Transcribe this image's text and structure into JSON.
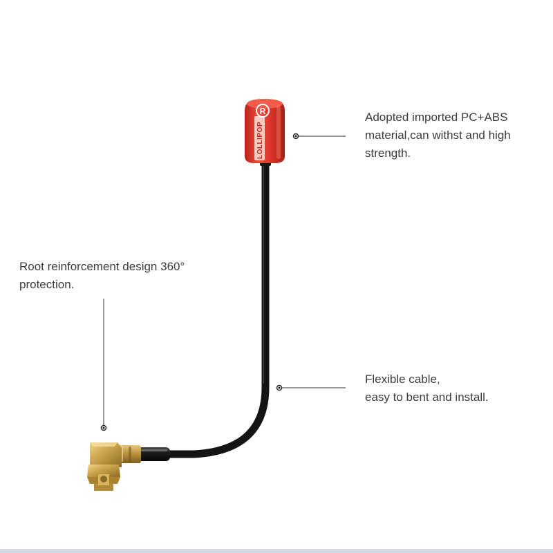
{
  "callouts": {
    "top": {
      "lines": [
        "Adopted imported PC+ABS",
        "material,can withst and high",
        "strength."
      ]
    },
    "left": {
      "lines": [
        "Root reinforcement design 360°",
        "protection."
      ]
    },
    "mid": {
      "lines": [
        "Flexible cable,",
        "easy to bent and install."
      ]
    }
  },
  "product": {
    "cap_label": "LOLLIPOP",
    "logo_mark": "R",
    "cap_color": "#e1372b",
    "connector_color": "#c9a24a",
    "cable_color": "#141414"
  }
}
